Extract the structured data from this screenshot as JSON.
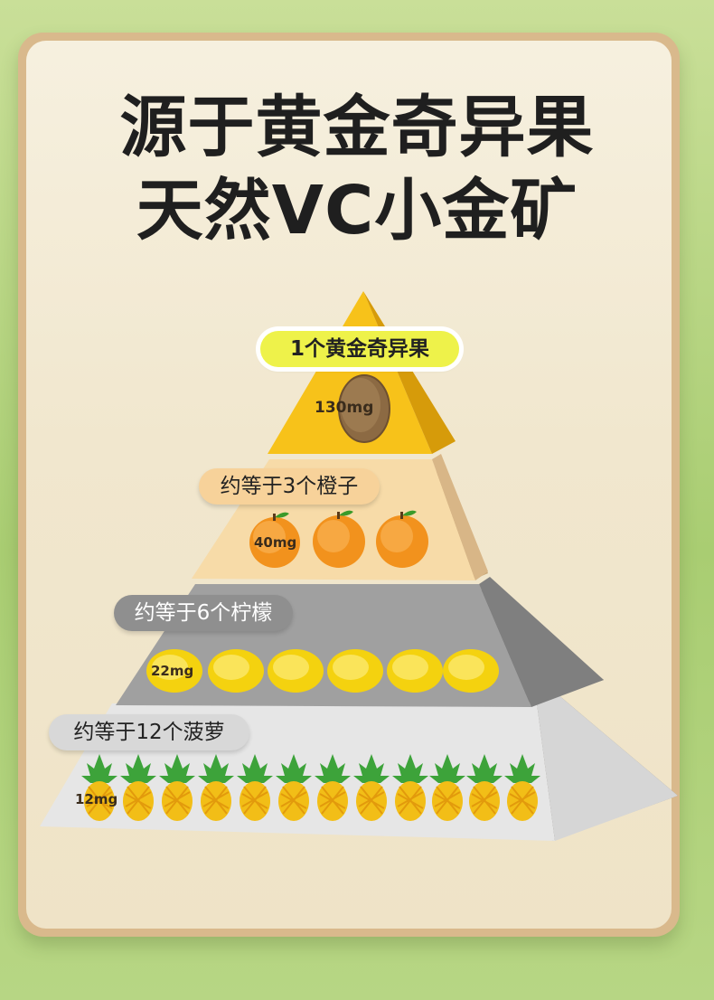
{
  "title": {
    "line1": "源于黄金奇异果",
    "line2": "天然VC小金矿"
  },
  "tiers": [
    {
      "label": "1个黄金奇异果",
      "amount": "130mg",
      "fruit": "kiwi-icon",
      "count": 1
    },
    {
      "label": "约等于3个橙子",
      "amount": "40mg",
      "fruit": "orange-icon",
      "count": 3
    },
    {
      "label": "约等于6个柠檬",
      "amount": "22mg",
      "fruit": "lemon-icon",
      "count": 6
    },
    {
      "label": "约等于12个菠萝",
      "amount": "12mg",
      "fruit": "pineapple-icon",
      "count": 12
    }
  ],
  "colors": {
    "background": "#b7d684",
    "card_border": "#d9b98c",
    "card_fill": "#f3ead4",
    "tier1": "#f7c21a",
    "tier2": "#f5d7a0",
    "tier3": "#9a9a9a",
    "tier4": "#e3e3e3",
    "tier1_label_bg": "#eef24a",
    "tier2_label_bg": "#f7d29a",
    "tier3_label_bg": "#8f8f8f",
    "tier4_label_bg": "#d8d8d8"
  }
}
